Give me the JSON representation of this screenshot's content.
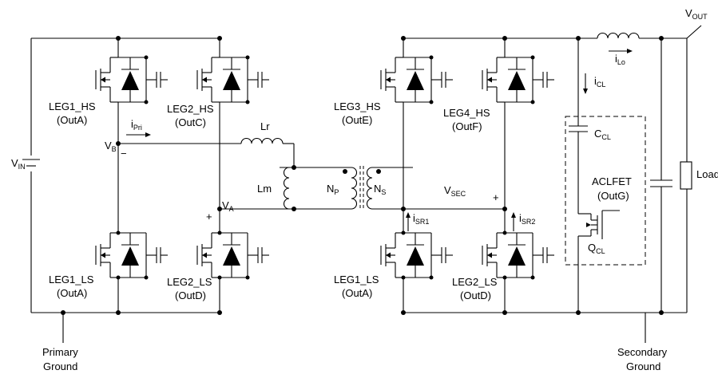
{
  "labels": {
    "vin": {
      "main": "V",
      "sub": "IN"
    },
    "vout": {
      "main": "V",
      "sub": "OUT"
    },
    "vb": {
      "main": "V",
      "sub": "B"
    },
    "va": {
      "main": "V",
      "sub": "A"
    },
    "vsec": {
      "main": "V",
      "sub": "SEC"
    },
    "ipri": {
      "main": "i",
      "sub": "Pri"
    },
    "ilo": {
      "main": "i",
      "sub": "Lo"
    },
    "icl": {
      "main": "i",
      "sub": "CL"
    },
    "isr1": {
      "main": "i",
      "sub": "SR1"
    },
    "isr2": {
      "main": "i",
      "sub": "SR2"
    },
    "np": {
      "main": "N",
      "sub": "P"
    },
    "ns": {
      "main": "N",
      "sub": "S"
    },
    "ccl": {
      "main": "C",
      "sub": "CL"
    },
    "qcl": {
      "main": "Q",
      "sub": "CL"
    },
    "lr": "Lr",
    "lm": "Lm",
    "load": "Load",
    "aclfet": [
      "ACLFET",
      "(OutG)"
    ],
    "leg1_hs": [
      "LEG1_HS",
      "(OutA)"
    ],
    "leg2_hs": [
      "LEG2_HS",
      "(OutC)"
    ],
    "leg1_ls": [
      "LEG1_LS",
      "(OutA)"
    ],
    "leg2_ls": [
      "LEG2_LS",
      "(OutD)"
    ],
    "leg3_hs": [
      "LEG3_HS",
      "(OutE)"
    ],
    "leg4_hs": [
      "LEG4_HS",
      "(OutF)"
    ],
    "sec_leg1_ls": [
      "LEG1_LS",
      "(OutA)"
    ],
    "sec_leg2_ls": [
      "LEG2_LS",
      "(OutD)"
    ],
    "primary_ground": [
      "Primary",
      "Ground"
    ],
    "secondary_ground": [
      "Secondary",
      "Ground"
    ],
    "plus": "+",
    "minus": "−"
  }
}
